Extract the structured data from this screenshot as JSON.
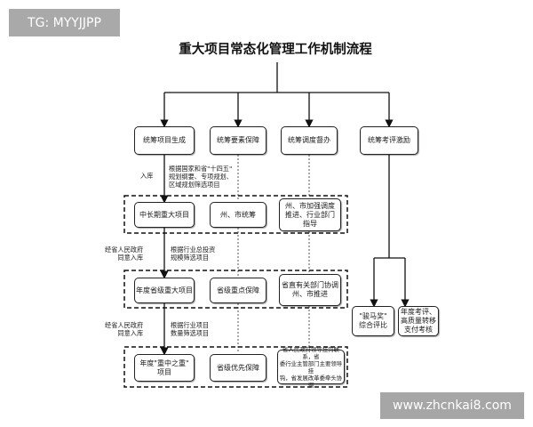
{
  "watermarks": {
    "top_left": "TG: MYYJJPP",
    "bottom_right": "www.zhcnkai8.com"
  },
  "title": "重大项目常态化管理工作机制流程",
  "level1": {
    "generate": "统筹项目生成",
    "factors": "统筹要素保障",
    "dispatch": "统筹调度督办",
    "assess": "统筹考评激励"
  },
  "row1": {
    "main": "中长期重大项目",
    "mid": "州、市统筹",
    "right": "州、市加强调度\n推进、行业部门\n指导"
  },
  "row2": {
    "main": "年度省级重大项目",
    "mid": "省级重点保障",
    "right": "省直有关部门协调\n州、市推进"
  },
  "row3": {
    "main": "年度\"重中之重\"\n项目",
    "mid": "省级优先保障",
    "right": "省人民政府领导挂钩联系，省\n委行业主管部门主要领导挂\n钩，省发展改革委牵头协调"
  },
  "assess_results": {
    "left": "\"骏马奖\"\n综合评比",
    "right": "年度考评、\n高质量转移\n支付考核"
  },
  "notes": {
    "n1_left": "入库",
    "n1_right": "根据国家和省\"十四五\"\n规划纲要、专项规划、\n区域规划筛选项目",
    "n2_left": "经省人民政府\n同意入库",
    "n2_right": "根据行业总投资\n规模筛选项目",
    "n3_left": "经省人民政府\n同意入库",
    "n3_right": "根据行业项目\n数量筛选项目"
  }
}
